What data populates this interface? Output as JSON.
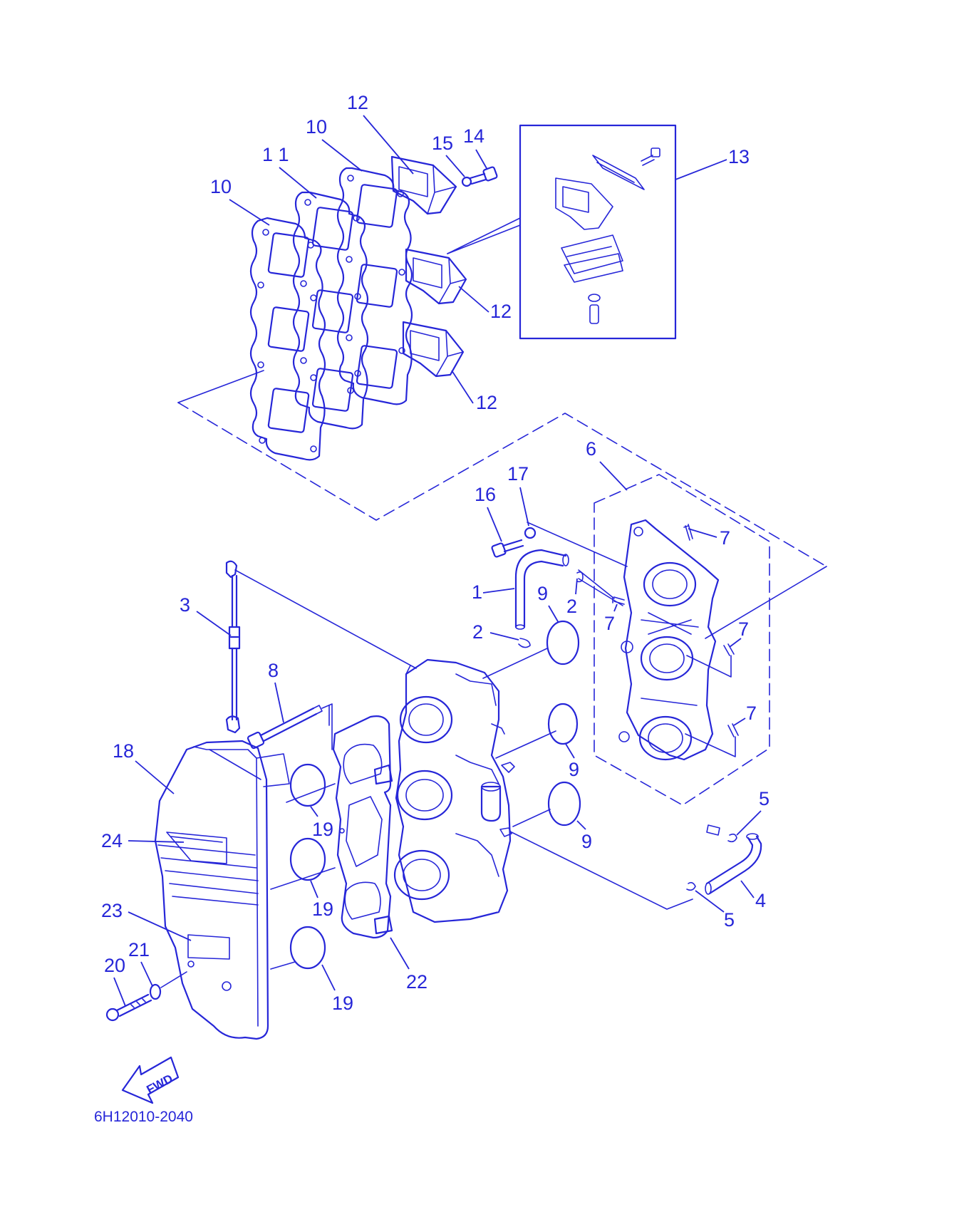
{
  "diagram_code": "6H12010-2040",
  "direction_label": "FWD",
  "line_color": "#2626d8",
  "callouts": [
    {
      "id": "c12a",
      "label": "12"
    },
    {
      "id": "c10a",
      "label": "10"
    },
    {
      "id": "c11",
      "label": "1 1"
    },
    {
      "id": "c10b",
      "label": "10"
    },
    {
      "id": "c15",
      "label": "15"
    },
    {
      "id": "c14",
      "label": "14"
    },
    {
      "id": "c13",
      "label": "13"
    },
    {
      "id": "c12b",
      "label": "12"
    },
    {
      "id": "c12c",
      "label": "12"
    },
    {
      "id": "c6",
      "label": "6"
    },
    {
      "id": "c17",
      "label": "17"
    },
    {
      "id": "c16",
      "label": "16"
    },
    {
      "id": "c7a",
      "label": "7"
    },
    {
      "id": "c3",
      "label": "3"
    },
    {
      "id": "c1",
      "label": "1"
    },
    {
      "id": "c9a",
      "label": "9"
    },
    {
      "id": "c2a",
      "label": "2"
    },
    {
      "id": "c7b",
      "label": "7"
    },
    {
      "id": "c2b",
      "label": "2"
    },
    {
      "id": "c7c",
      "label": "7"
    },
    {
      "id": "c8",
      "label": "8"
    },
    {
      "id": "c7d",
      "label": "7"
    },
    {
      "id": "c18",
      "label": "18"
    },
    {
      "id": "c9b",
      "label": "9"
    },
    {
      "id": "c5a",
      "label": "5"
    },
    {
      "id": "c19a",
      "label": "19"
    },
    {
      "id": "c24",
      "label": "24"
    },
    {
      "id": "c9c",
      "label": "9"
    },
    {
      "id": "c19b",
      "label": "19"
    },
    {
      "id": "c23",
      "label": "23"
    },
    {
      "id": "c4",
      "label": "4"
    },
    {
      "id": "c5b",
      "label": "5"
    },
    {
      "id": "c21",
      "label": "21"
    },
    {
      "id": "c20",
      "label": "20"
    },
    {
      "id": "c22",
      "label": "22"
    },
    {
      "id": "c19c",
      "label": "19"
    }
  ]
}
